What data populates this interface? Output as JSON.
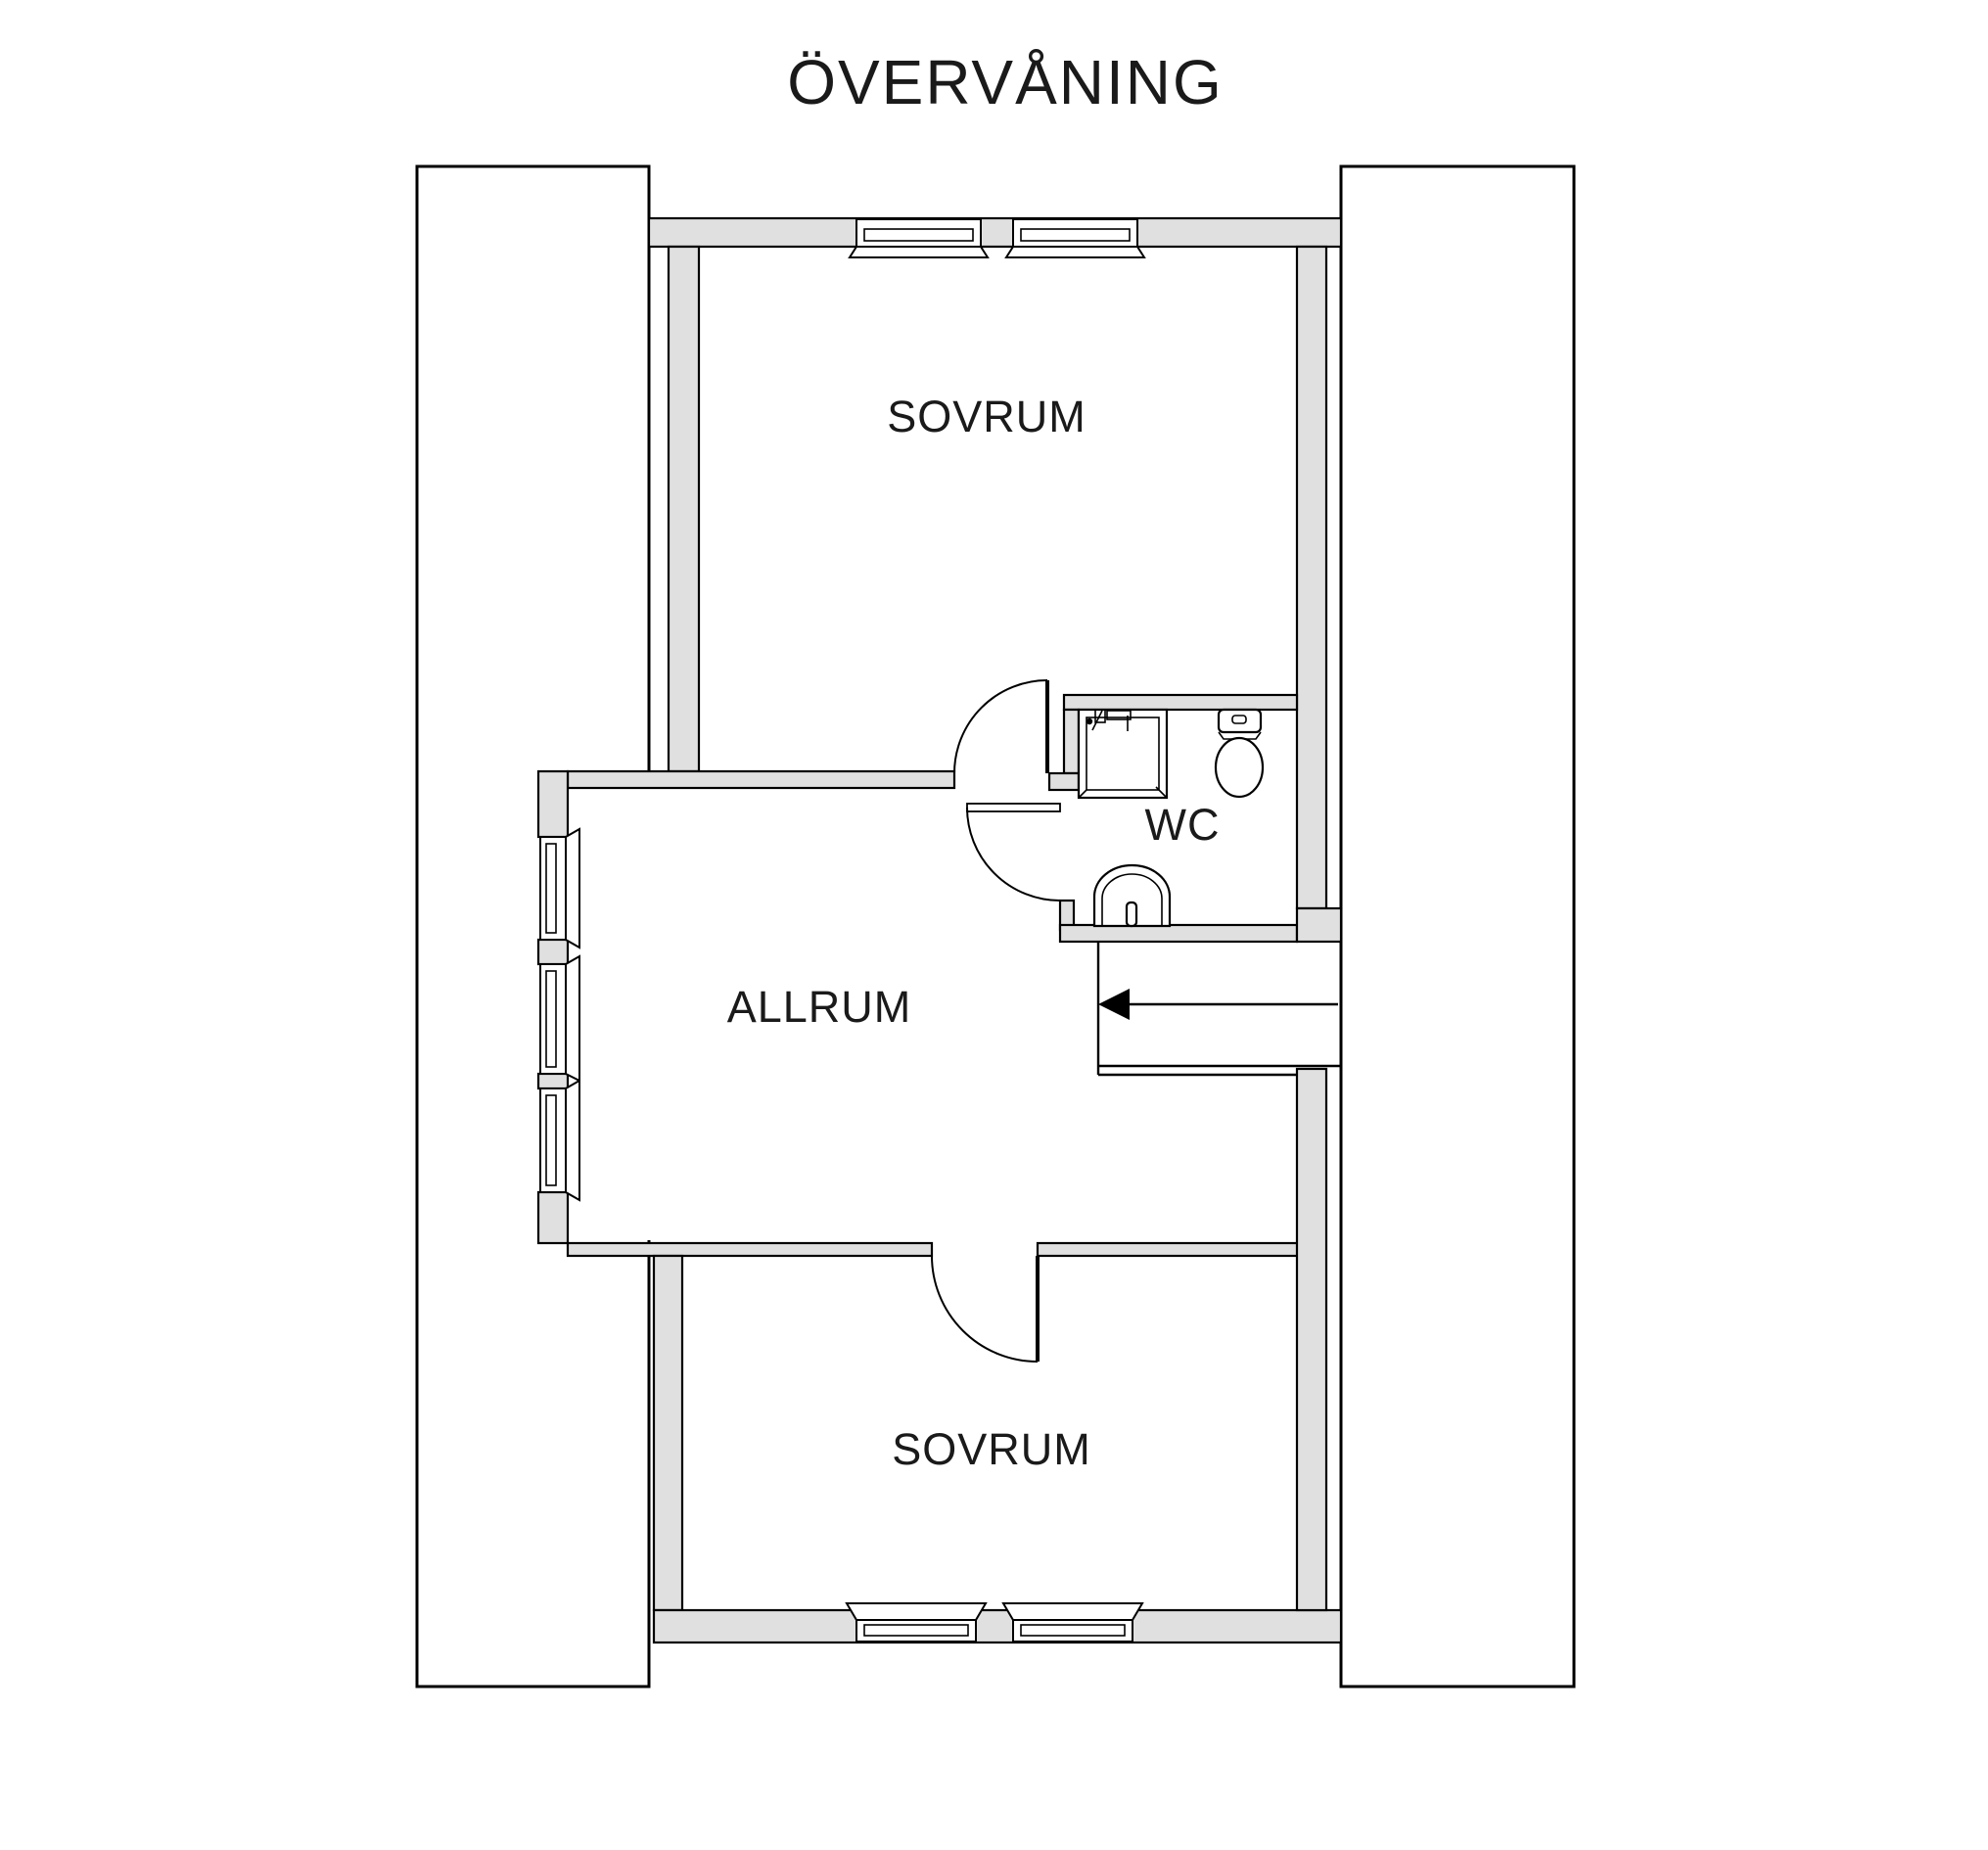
{
  "title": "ÖVERVÅNING",
  "floor_plan": {
    "rooms": [
      {
        "id": "sovrum-top",
        "label": "SOVRUM"
      },
      {
        "id": "wc",
        "label": "WC"
      },
      {
        "id": "allrum",
        "label": "ALLRUM"
      },
      {
        "id": "sovrum-bottom",
        "label": "SOVRUM"
      }
    ],
    "stairs": {
      "direction": "left",
      "symbol": "arrow"
    },
    "fixtures": [
      "shower",
      "toilet",
      "sink"
    ],
    "door_count": 3,
    "window_count": 7
  },
  "colors": {
    "background": "#ffffff",
    "wall_fill": "#e0e0e0",
    "line": "#000000",
    "text": "#1a1a1a"
  }
}
